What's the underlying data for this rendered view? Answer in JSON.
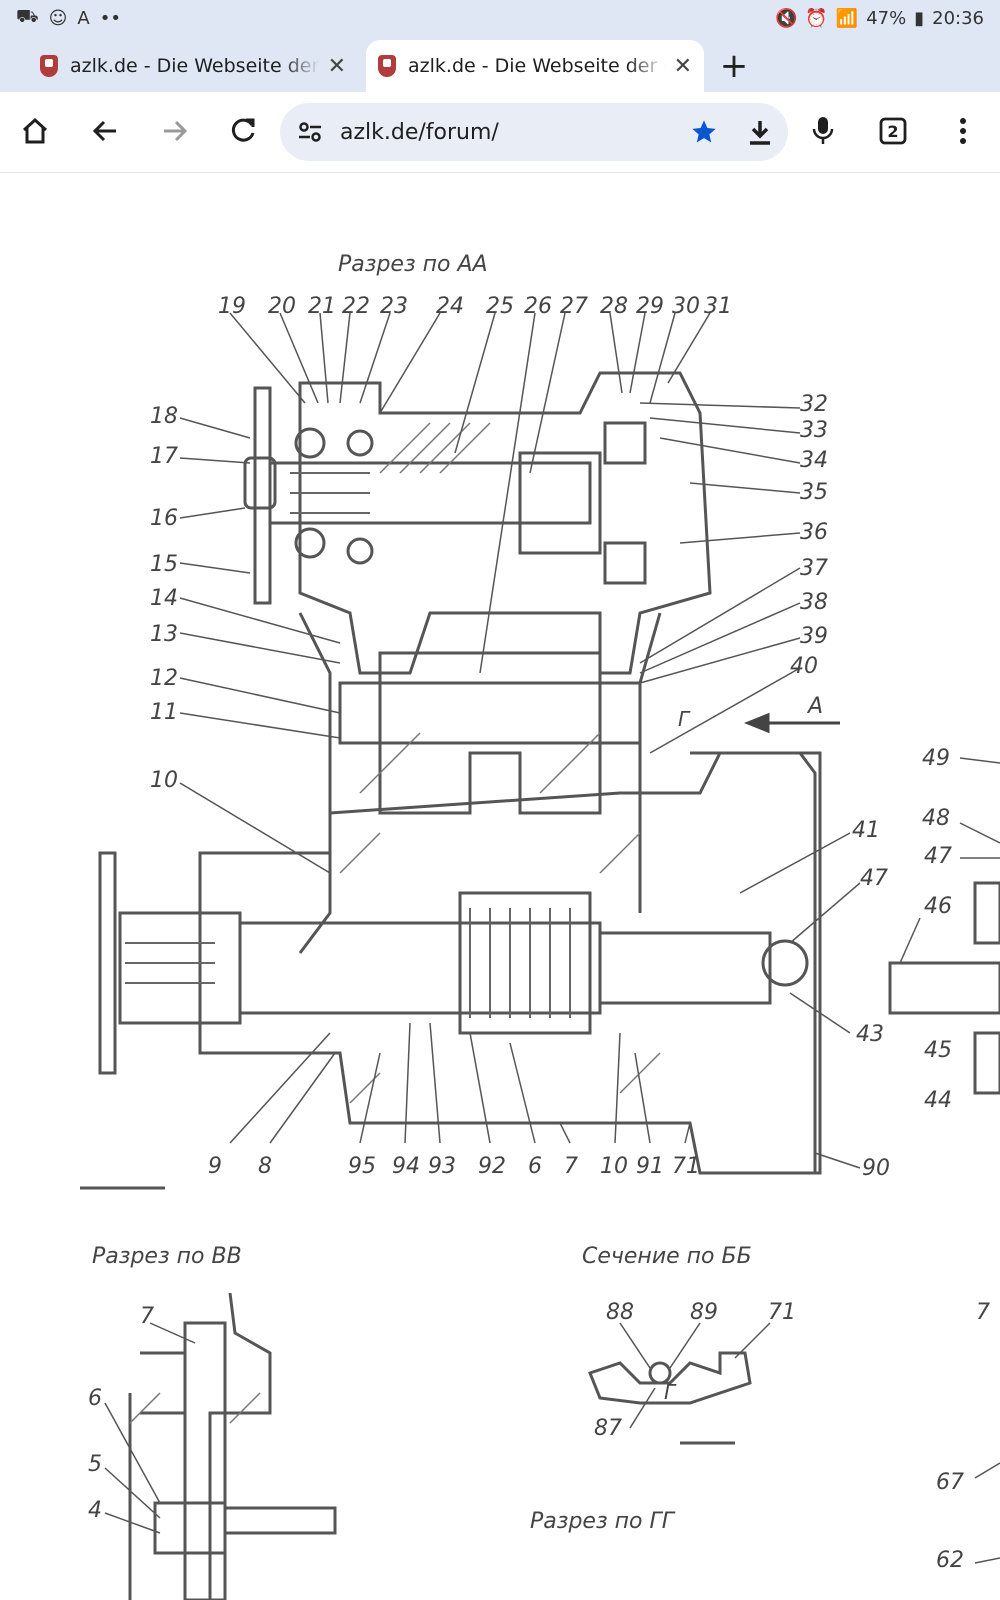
{
  "status": {
    "battery": "47%",
    "time": "20:36"
  },
  "tabs": [
    {
      "title": "azlk.de - Die Webseite der d",
      "close": "✕"
    },
    {
      "title": "azlk.de - Die Webseite der d",
      "close": "✕"
    }
  ],
  "tab_count": "2",
  "toolbar": {
    "url": "azlk.de/forum/"
  },
  "drawing": {
    "section_aa": "Разрез по АА",
    "section_vv": "Разрез по ВВ",
    "section_bb": "Сечение по ББ",
    "section_gg": "Разрез по ГГ",
    "arrow_label": "А",
    "cut_marker": "Г",
    "top_numbers": [
      "19",
      "20",
      "21",
      "22",
      "23",
      "24",
      "25",
      "26",
      "27",
      "28",
      "29",
      "30",
      "31"
    ],
    "left_numbers": [
      "18",
      "17",
      "16",
      "15",
      "14",
      "13",
      "12",
      "11",
      "10"
    ],
    "right_numbers": [
      "32",
      "33",
      "34",
      "35",
      "36",
      "37",
      "38",
      "39",
      "40",
      "41",
      "47",
      "43",
      "90"
    ],
    "bottom_numbers": [
      "9",
      "8",
      "95",
      "94",
      "93",
      "92",
      "6",
      "7",
      "10",
      "91",
      "71"
    ],
    "far_right_numbers": [
      "49",
      "48",
      "47",
      "46",
      "45",
      "44",
      "7",
      "67",
      "62"
    ],
    "bb_numbers": [
      "88",
      "89",
      "71",
      "87"
    ],
    "vv_numbers": [
      "7",
      "6",
      "5",
      "4"
    ]
  }
}
